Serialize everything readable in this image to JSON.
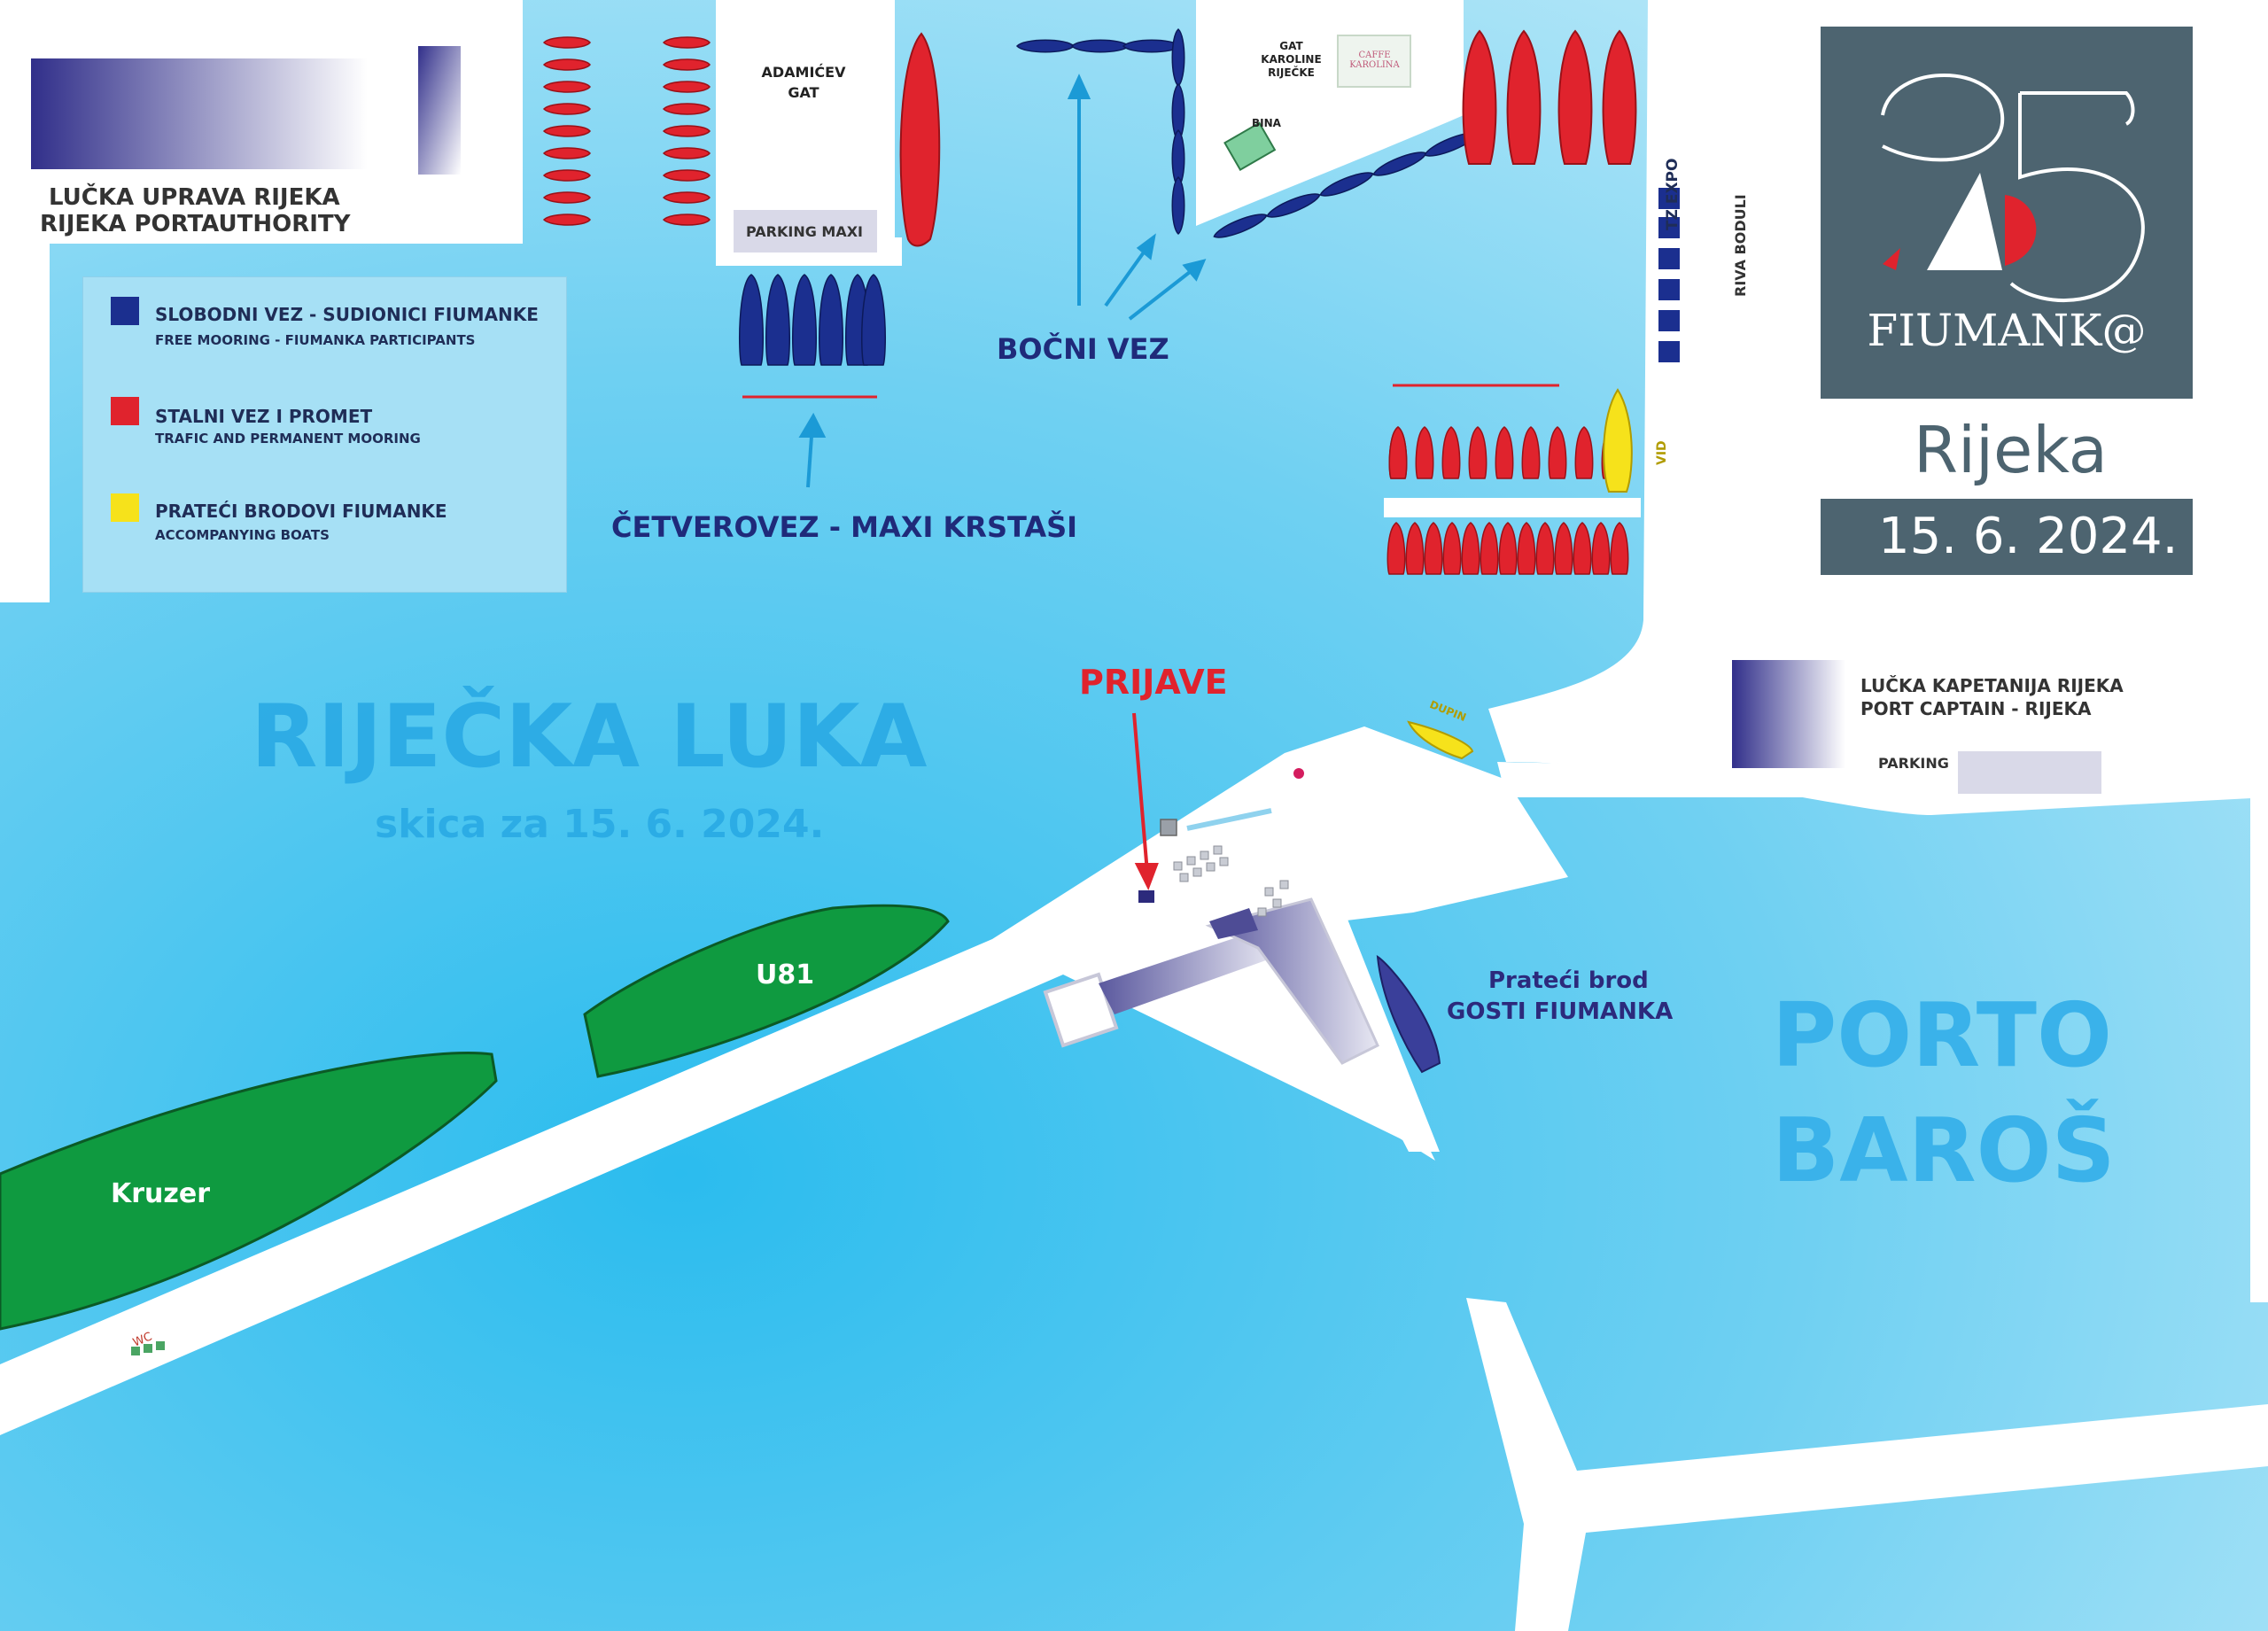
{
  "header": {
    "authority_line1": "LUČKA UPRAVA RIJEKA",
    "authority_line2": "RIJEKA PORTAUTHORITY"
  },
  "legend": {
    "free_title": "SLOBODNI VEZ - SUDIONICI FIUMANKE",
    "free_sub": "FREE MOORING - FIUMANKA PARTICIPANTS",
    "permanent_title": "STALNI VEZ I PROMET",
    "permanent_sub": "TRAFIC AND PERMANENT MOORING",
    "accompany_title": "PRATEĆI BRODOVI FIUMANKE",
    "accompany_sub": "ACCOMPANYING BOATS",
    "colors": {
      "free": "#1b2f8f",
      "permanent": "#e0232d",
      "accompany": "#f6e21b"
    }
  },
  "places": {
    "adamicev_gat": "ADAMIĆEV GAT",
    "parking_maxi": "PARKING MAXI",
    "gat_karoline": "GAT KAROLINE RIJEČKE",
    "caffe": "CAFFE KAROLINA",
    "bina": "BINA",
    "tz_expo": "TZ EXPO",
    "riva_boduli": "RIVA BODULI",
    "vid": "VID",
    "dupin": "DUPIN",
    "wc": "WC"
  },
  "labels": {
    "bocni_vez": "BOČNI VEZ",
    "cetverovez": "ČETVEROVEZ - MAXI KRSTAŠI",
    "prijave": "PRIJAVE",
    "harbour": "RIJEČKA LUKA",
    "sketch": "skica za 15. 6. 2024.",
    "u81": "U81",
    "kruzer": "Kruzer",
    "pratec_line1": "Prateći brod",
    "pratec_line2": "GOSTI FIUMANKA",
    "porto_line1": "PORTO",
    "porto_line2": "BAROŠ"
  },
  "captaincy": {
    "line1": "LUČKA KAPETANIJA RIJEKA",
    "line2": "PORT CAPTAIN - RIJEKA",
    "parking": "PARKING"
  },
  "event": {
    "logo_number": "25",
    "logo_text": "FIUMANK@",
    "city": "Rijeka",
    "date": "15. 6. 2024."
  }
}
